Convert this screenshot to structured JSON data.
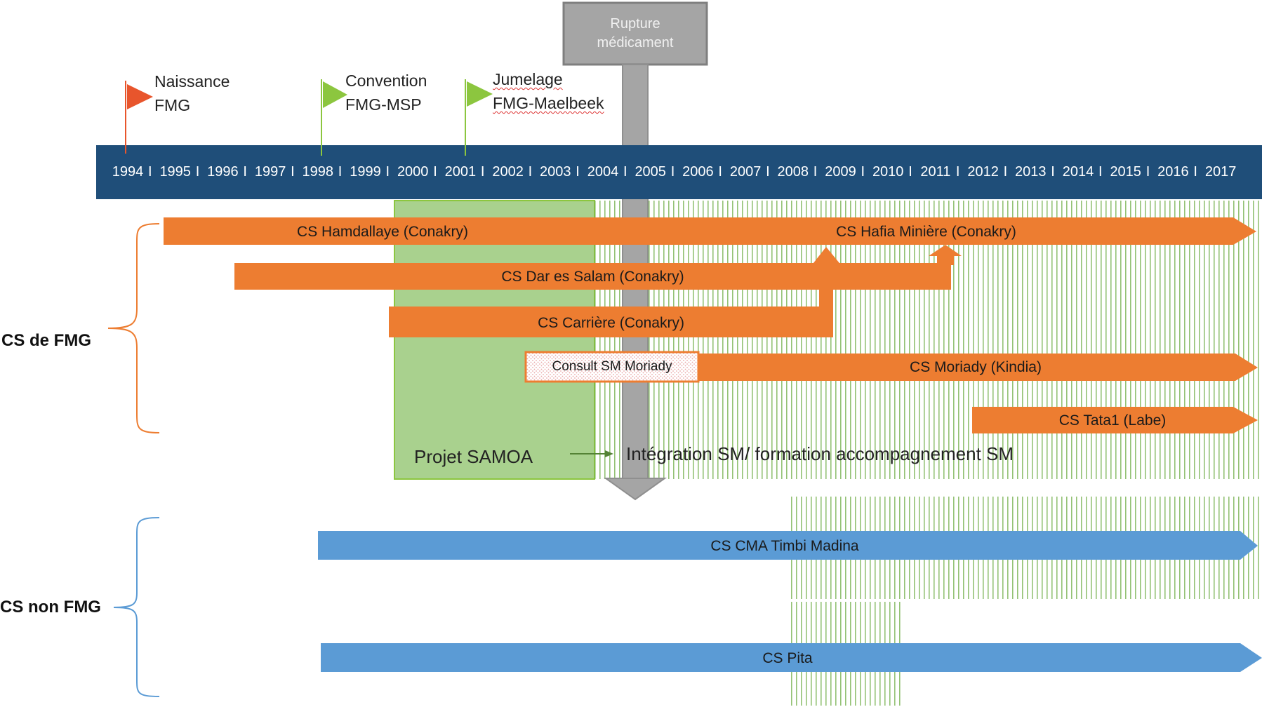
{
  "timeline": {
    "years": [
      "1994",
      "1995",
      "1996",
      "1997",
      "1998",
      "1999",
      "2000",
      "2001",
      "2002",
      "2003",
      "2004",
      "2005",
      "2006",
      "2007",
      "2008",
      "2009",
      "2010",
      "2011",
      "2012",
      "2013",
      "2014",
      "2015",
      "2016",
      "2017"
    ],
    "separator": "I"
  },
  "milestones": [
    {
      "line1": "Naissance",
      "line2": "FMG",
      "color": "#e8552c"
    },
    {
      "line1": "Convention",
      "line2": "FMG-MSP",
      "color": "#8cc63f"
    },
    {
      "line1": "Jumelage",
      "line2": "FMG-Maelbeek",
      "color": "#8cc63f"
    }
  ],
  "rupture": {
    "line1": "Rupture",
    "line2": "médicament"
  },
  "groups": {
    "fmg": "CS de FMG",
    "non_fmg": "CS non FMG"
  },
  "bars": {
    "hamdallaye": "CS Hamdallaye (Conakry)",
    "hafia": "CS Hafia Minière (Conakry)",
    "dar_es_salam": "CS Dar es Salam (Conakry)",
    "carriere": "CS Carrière (Conakry)",
    "consult_sm": "Consult SM Moriady",
    "moriady": "CS Moriady (Kindia)",
    "tata1": "CS Tata1 (Labe)",
    "timbi": "CS CMA Timbi Madina",
    "pita": "CS Pita"
  },
  "samoa": "Projet SAMOA",
  "integration": "Intégration SM/ formation accompagnement SM",
  "colors": {
    "timeline": "#1f4e79",
    "orange": "#ed7d31",
    "blue": "#5b9bd5",
    "samoa_green": "#a9d18e",
    "hatch_green": "#70ad47",
    "rupture_gray": "#a5a5a5"
  }
}
